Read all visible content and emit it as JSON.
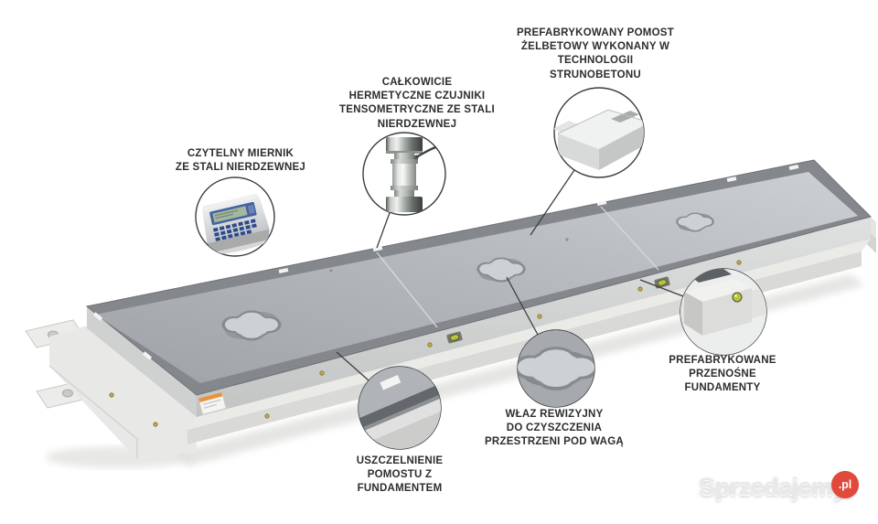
{
  "page": {
    "background": "#ffffff"
  },
  "callouts": {
    "meter": {
      "label": "CZYTELNY MIERNIK\nZE STALI NIERDZEWNEJ"
    },
    "load_cell": {
      "label": "CAŁKOWICIE\nHERMETYCZNE CZUJNIKI\nTENSOMETRYCZNE ZE STALI\nNIERDZEWNEJ"
    },
    "deck": {
      "label": "PREFABRYKOWANY POMOST\nŻELBETOWY WYKONANY W\nTECHNOLOGII\nSTRUNOBETONU"
    },
    "foundations": {
      "label": "PREFABRYKOWANE\nPRZENOŚNE\nFUNDAMENTY"
    },
    "manhole": {
      "label": "WŁAZ REWIZYJNY\nDO CZYSZCZENIA\nPRZESTRZENI POD WAGĄ"
    },
    "seal": {
      "label": "USZCZELNIENIE\nPOMOSTU Z\nFUNDAMENTEM"
    }
  },
  "watermark": {
    "brand": "Sprzedajemy",
    "tld": ".pl",
    "badge_color": "#e2493d",
    "text_color": "#e9e9e9"
  },
  "illustration": {
    "subject": "prefabricated-concrete-weighbridge-3d-render",
    "colors": {
      "deck_gray": "#b4b8bc",
      "seal_dark_gray": "#84878b",
      "concrete_white": "#e9e9e6",
      "level_indicator_green": "#b9c23f",
      "label_stripe_orange": "#e8933c",
      "callout_line": "#3b3d40"
    }
  }
}
